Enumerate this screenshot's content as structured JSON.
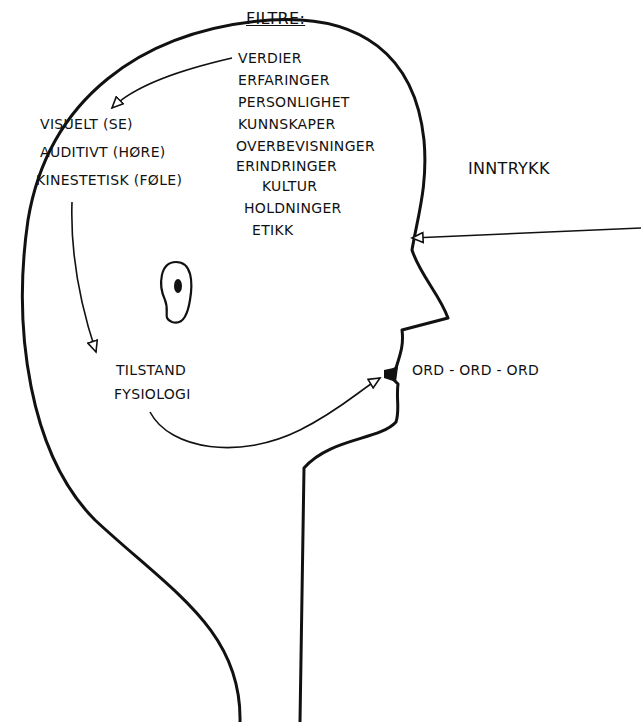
{
  "diagram": {
    "labels": [
      "FILTRE:",
      "VERDIER",
      "ERFARINGER",
      "PERSONLIGHET",
      "KUNNSKAPER",
      "OVERBEVISNINGER",
      "ERINDRINGER",
      "KULTUR",
      "HOLDNINGER",
      "ETIKK",
      "VISUELT (SE)",
      "AUDITIVT (HØRE)",
      "KINESTETISK (FØLE)",
      "INNTRYKK",
      "TILSTAND",
      "FYSIOLOGI",
      "ORD - ORD - ORD"
    ]
  }
}
